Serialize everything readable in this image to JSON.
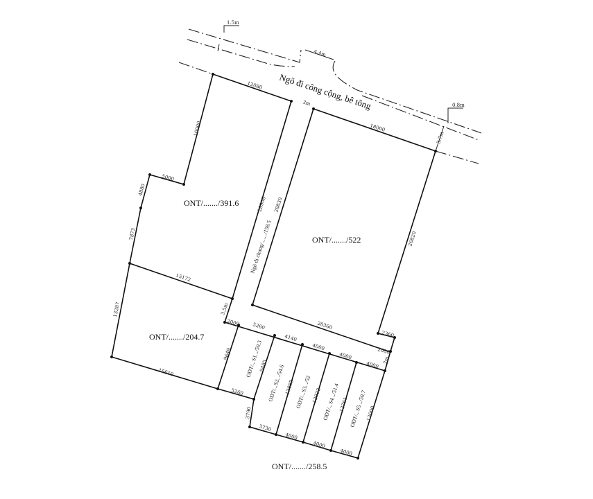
{
  "road": {
    "name": "Ngõ đi công cộng, bê tông",
    "widths": [
      "1.5m",
      "4.4m",
      "0.8m",
      "3.7m"
    ]
  },
  "parcels": {
    "ont_391": "ONT/......./391.6",
    "ont_522": "ONT/......./522",
    "ont_204": "ONT/......./204.7",
    "ont_258": "ONT/......./258.5",
    "lane": "Ngõ đi chung/......./158.5",
    "odt": [
      "ODT/...S1.../50.3",
      "ODT/...S2.../54.6",
      "ODT/...S3.../52",
      "ODT/...S4.../51.4",
      "ODT/...S5.../50.7"
    ]
  },
  "dimensions": {
    "top_left": "12080",
    "lane_top": "3m",
    "top_right": "18000",
    "left_upper": "16000",
    "step": "5000",
    "left_a": "4880",
    "left_b": "7873",
    "left_c": "13287",
    "mid": "15172",
    "lane_left": "28908",
    "lane_right": "28830",
    "right": "26820",
    "lane_bottom": "3.5m",
    "lane_end": "2000",
    "bottom_522": "20360",
    "r_step": "2360",
    "r_2000": "2000",
    "r_3m": "3m",
    "s1_top": "5260",
    "s2_top": "4140",
    "s3_top": "4000",
    "s4_top": "4000",
    "s5_top": "4000",
    "s1_left": "9649",
    "s1_right": "9485",
    "s2_right": "13083",
    "s3_right": "12922",
    "s4_right": "12761",
    "s5_right": "12600",
    "p204_bottom": "15610",
    "s1_bottom": "5260",
    "s2_left": "3790",
    "s2_bottom": "3730",
    "s3_bottom": "4000",
    "s4_bottom": "4000",
    "s5_bottom": "4000"
  },
  "colors": {
    "line": "#111111",
    "background": "#ffffff"
  }
}
